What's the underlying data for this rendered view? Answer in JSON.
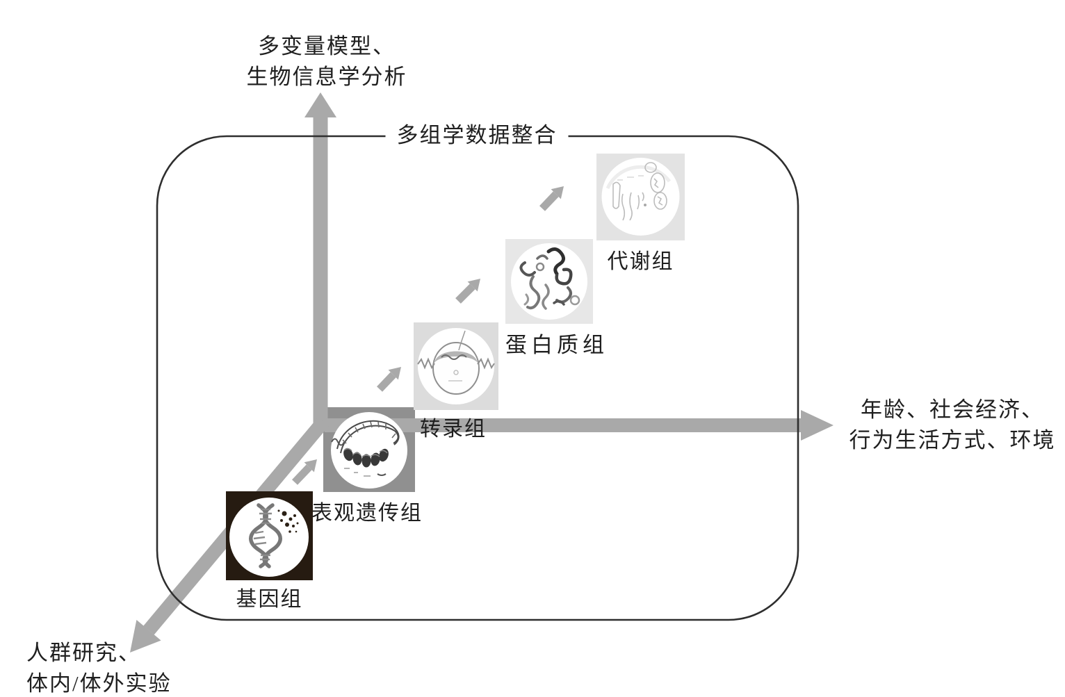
{
  "figure": {
    "type": "multi-omics-integration-diagram",
    "box_title": "多组学数据整合",
    "axes": {
      "y": {
        "lines": [
          "多变量模型、",
          "生物信息学分析"
        ]
      },
      "x": {
        "lines": [
          "年龄、社会经济、",
          "行为生活方式、环境"
        ]
      },
      "z": {
        "lines": [
          "人群研究、",
          "体内/体外实验"
        ]
      }
    },
    "omics": [
      {
        "label": "基因组",
        "icon": "dna-helix"
      },
      {
        "label": "表观遗传组",
        "icon": "nucleosome-dna"
      },
      {
        "label": "转录组",
        "icon": "cell-rna"
      },
      {
        "label": "蛋白质组",
        "icon": "protein-ribbons"
      },
      {
        "label": "代谢组",
        "icon": "metabolite-sphere"
      }
    ],
    "colors": {
      "arrow_gray": "#a9a9a9",
      "border_black": "#2e2e2e",
      "text": "#1f1f1f",
      "genome_tile_bg": "#261b11",
      "epigenome_tile_bg": "#909090",
      "transcriptome_tile_bg": "#dcdcdc",
      "proteome_tile_bg": "#e7e7e7",
      "metabolome_tile_bg": "#e3e3e3"
    }
  }
}
